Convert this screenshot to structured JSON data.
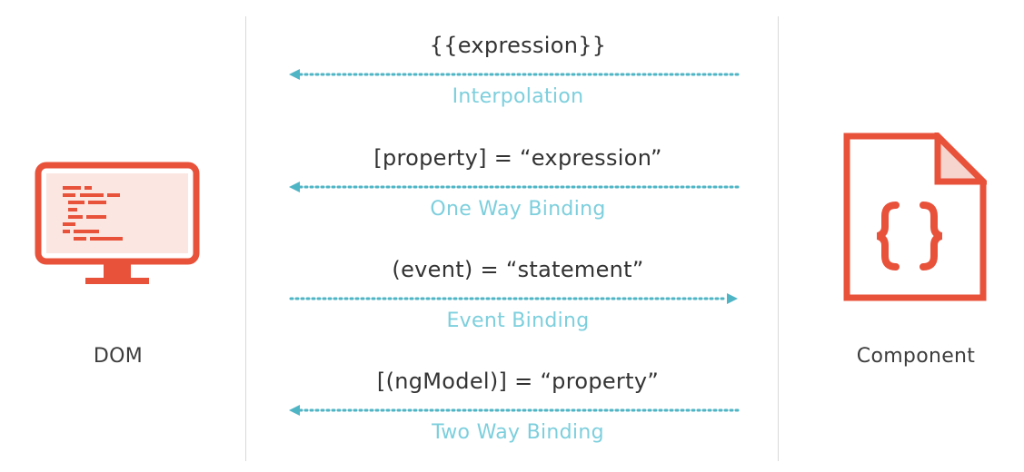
{
  "dom": {
    "label": "DOM",
    "icon": "monitor-code-icon"
  },
  "component": {
    "label": "Component",
    "icon": "code-file-icon",
    "glyph": "{}"
  },
  "bindings": [
    {
      "syntax": "{{expression}}",
      "name": "Interpolation",
      "direction": "to-dom"
    },
    {
      "syntax": "[property] = “expression”",
      "name": "One Way Binding",
      "direction": "to-dom"
    },
    {
      "syntax": "(event) = “statement”",
      "name": "Event Binding",
      "direction": "to-component"
    },
    {
      "syntax": "[(ngModel)] = “property”",
      "name": "Two Way Binding",
      "direction": "to-dom"
    }
  ],
  "colors": {
    "icon": "#e8513a",
    "icon_light": "#f7d5cf",
    "arrow": "#4fb5c5",
    "binding_name": "#7dcfdd",
    "text": "#333333"
  }
}
